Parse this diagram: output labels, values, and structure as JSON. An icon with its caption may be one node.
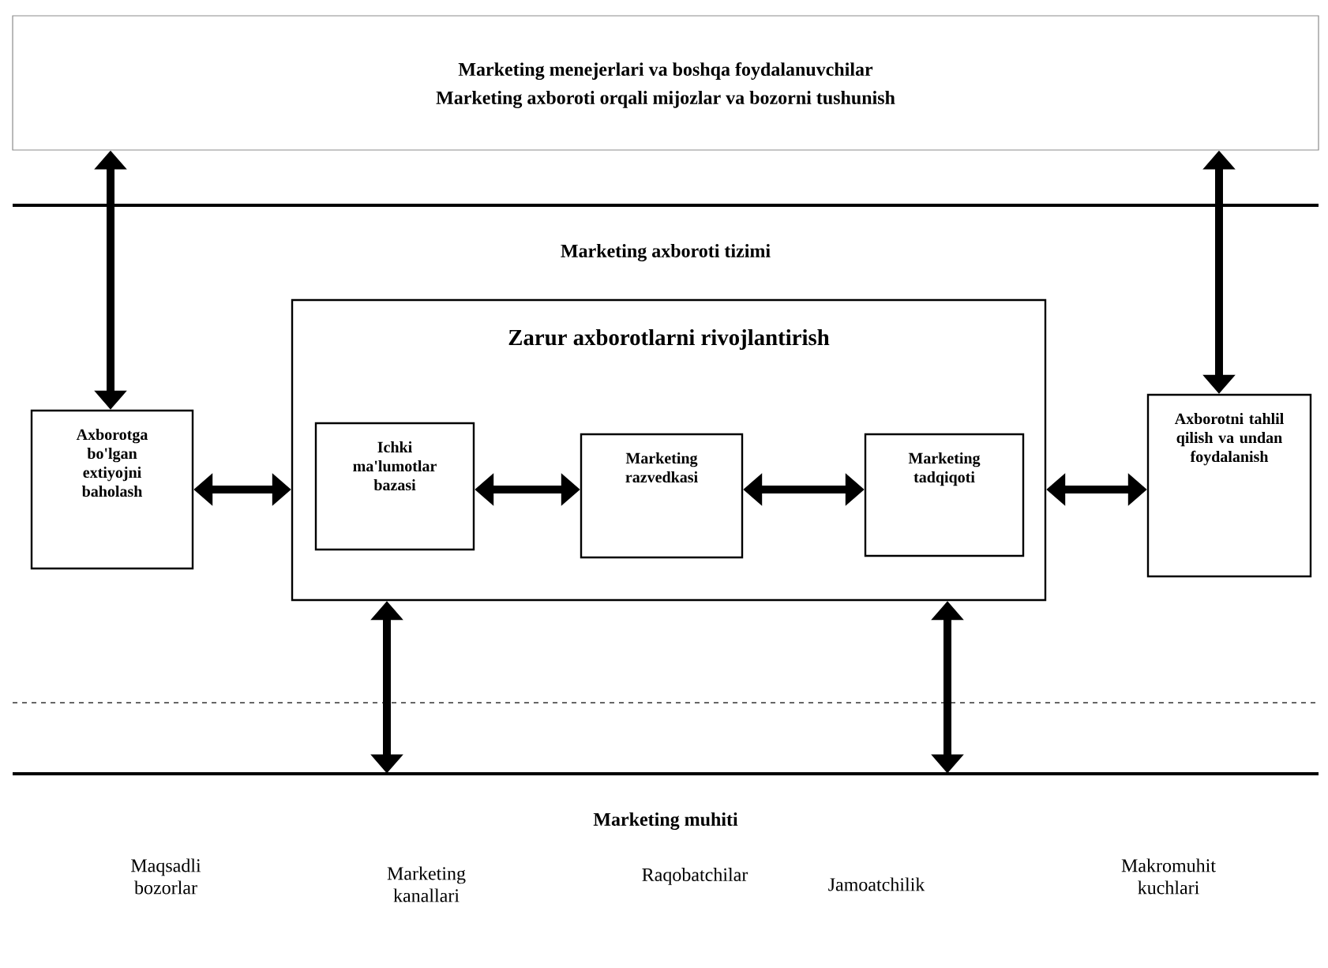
{
  "diagram": {
    "nodes": [
      {
        "text": [
          "Marketing menejerlari va boshqa foydalanuvchilar",
          "Marketing axboroti orqali mijozlar va bozorni tushunish"
        ]
      },
      {
        "text": [
          "Marketing axboroti tizimi"
        ]
      },
      {
        "text": [
          "Axborotga bo'lgan extiyojni baholash"
        ],
        "in": 1
      },
      {
        "text": [
          "Zarur axborotlarni rivojlantirish"
        ],
        "in": 1
      },
      {
        "text": [
          "Ichki ma'lumotlar bazasi"
        ],
        "in": 3
      },
      {
        "text": [
          "Marketing razvedkasi"
        ],
        "in": 3
      },
      {
        "text": [
          "Marketing tadqiqoti"
        ],
        "in": 3
      },
      {
        "text": [
          "Axborotni tahlil qilish va undan foydalanish"
        ],
        "in": 1
      },
      {
        "text": [
          "Marketing muhiti",
          "Maqsadli bozorlar",
          "Marketing kanallari",
          "Raqobatchilar",
          "Jamoatchilik",
          "Makromuhit kuchlari"
        ]
      }
    ],
    "edges": [
      {
        "from": 0,
        "to": 2,
        "arrow": "both"
      },
      {
        "from": 0,
        "to": 7,
        "arrow": "both"
      },
      {
        "from": 2,
        "to": 3,
        "arrow": "both"
      },
      {
        "from": 4,
        "to": 5,
        "arrow": "both"
      },
      {
        "from": 5,
        "to": 6,
        "arrow": "both"
      },
      {
        "from": 3,
        "to": 7,
        "arrow": "both"
      },
      {
        "from": 3,
        "to": 8,
        "arrow": "both"
      },
      {
        "from": 3,
        "to": 8,
        "arrow": "both"
      }
    ]
  }
}
